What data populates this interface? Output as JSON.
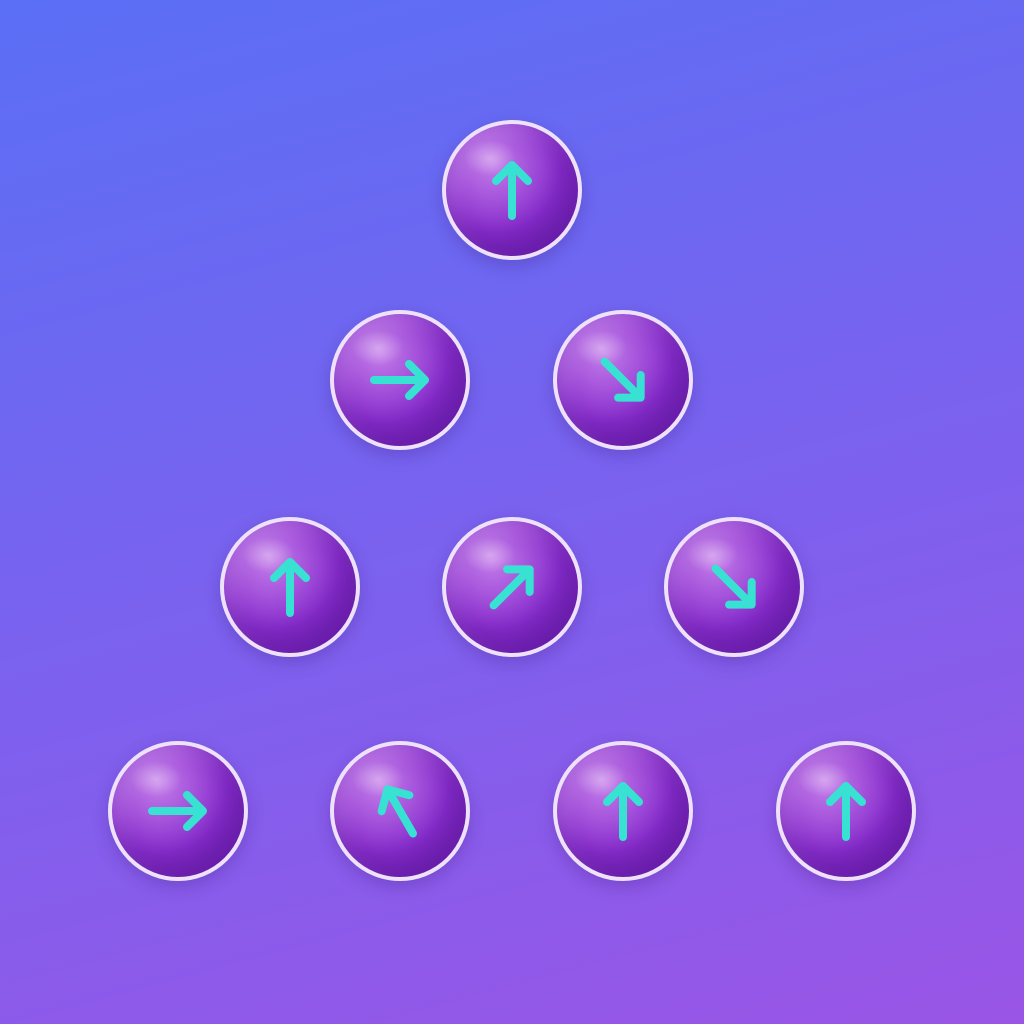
{
  "background": {
    "gradient_start": "#5a6ff5",
    "gradient_mid": "#7a62ef",
    "gradient_end": "#9a55e6"
  },
  "colors": {
    "ball_fill": "#8a2fd0",
    "ball_highlight": "#c27be8",
    "ball_border": "#eee2fa",
    "arrow": "#38e2d2"
  },
  "pyramid": {
    "rows": [
      [
        {
          "direction": "up",
          "angle": 0
        }
      ],
      [
        {
          "direction": "right",
          "angle": 90
        },
        {
          "direction": "down-right",
          "angle": 135
        }
      ],
      [
        {
          "direction": "up",
          "angle": 0
        },
        {
          "direction": "up-right",
          "angle": 45
        },
        {
          "direction": "down-right",
          "angle": 135
        }
      ],
      [
        {
          "direction": "right",
          "angle": 90
        },
        {
          "direction": "up-left",
          "angle": -30
        },
        {
          "direction": "up",
          "angle": 0
        },
        {
          "direction": "up",
          "angle": 0
        }
      ]
    ]
  }
}
